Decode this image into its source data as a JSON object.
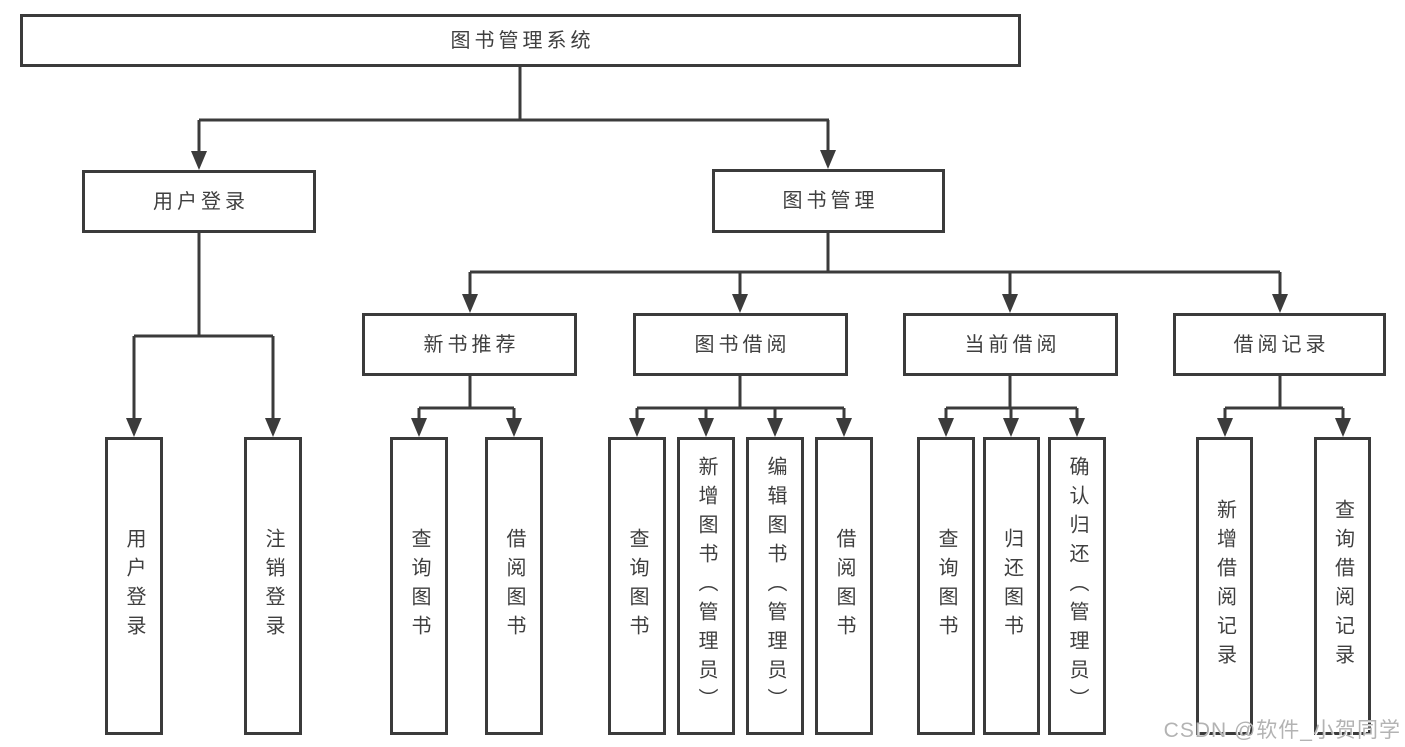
{
  "colors": {
    "line": "#3b3b3b",
    "box_border": "#3b3b3b",
    "text": "#3f3f3f",
    "background": "#ffffff",
    "watermark": "#b3b3b3"
  },
  "watermark": {
    "text": "CSDN @软件_小贺同学"
  },
  "tree": {
    "label": "图书管理系统",
    "children": [
      {
        "label": "用户登录",
        "children": [
          {
            "label": "用户登录"
          },
          {
            "label": "注销登录"
          }
        ]
      },
      {
        "label": "图书管理",
        "children": [
          {
            "label": "新书推荐",
            "children": [
              {
                "label": "查询图书"
              },
              {
                "label": "借阅图书"
              }
            ]
          },
          {
            "label": "图书借阅",
            "children": [
              {
                "label": "查询图书"
              },
              {
                "label": "新增图书（管理员）"
              },
              {
                "label": "编辑图书（管理员）"
              },
              {
                "label": "借阅图书"
              }
            ]
          },
          {
            "label": "当前借阅",
            "children": [
              {
                "label": "查询图书"
              },
              {
                "label": "归还图书"
              },
              {
                "label": "确认归还（管理员）"
              }
            ]
          },
          {
            "label": "借阅记录",
            "children": [
              {
                "label": "新增借阅记录"
              },
              {
                "label": "查询借阅记录"
              }
            ]
          }
        ]
      }
    ]
  }
}
